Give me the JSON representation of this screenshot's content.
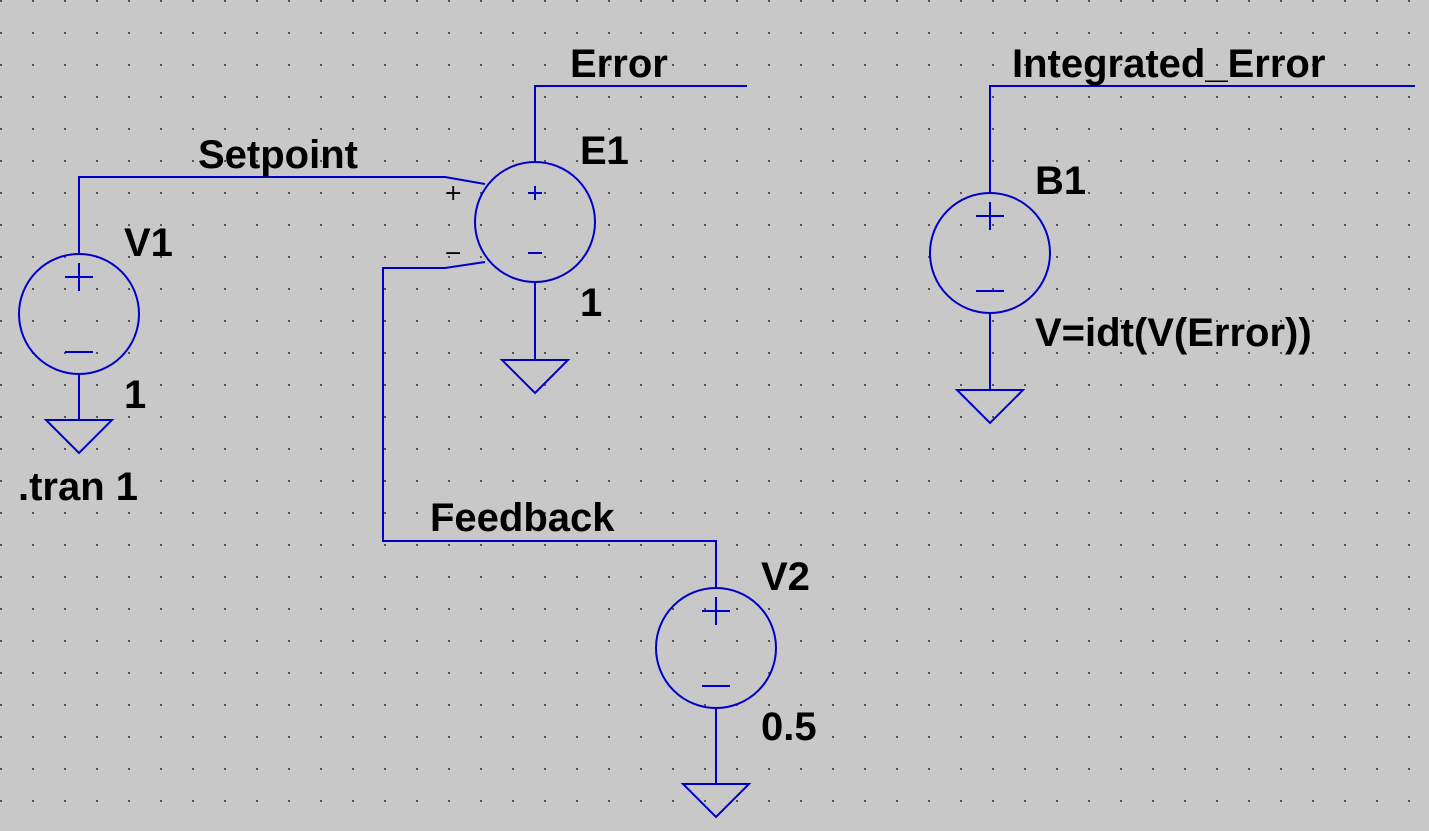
{
  "colors": {
    "background": "#c8c8c8",
    "wire": "#0000c8",
    "grid": "#000000",
    "text": "#000000"
  },
  "nets": {
    "setpoint": "Setpoint",
    "error": "Error",
    "integrated_error": "Integrated_Error",
    "feedback": "Feedback"
  },
  "components": {
    "v1": {
      "name": "V1",
      "value": "1"
    },
    "v2": {
      "name": "V2",
      "value": "0.5"
    },
    "e1": {
      "name": "E1",
      "value": "1",
      "pin_plus": "+",
      "pin_minus": "−"
    },
    "b1": {
      "name": "B1",
      "value": "V=idt(V(Error))"
    }
  },
  "directive": ".tran 1",
  "icons": [
    "voltage-source-icon",
    "vcvs-icon",
    "behavioral-source-icon",
    "ground-icon"
  ]
}
